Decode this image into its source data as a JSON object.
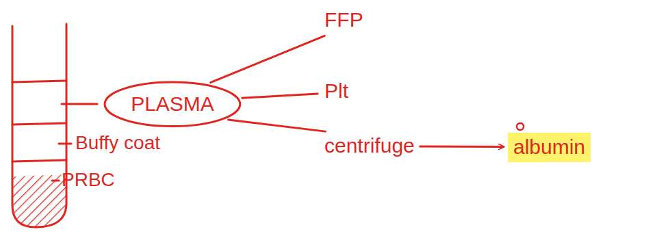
{
  "diagram": {
    "nodes": [
      {
        "text": [
          "PLASMA"
        ]
      },
      {
        "text": [
          "FFP"
        ]
      },
      {
        "text": [
          "Plt"
        ]
      },
      {
        "text": [
          "centrifuge"
        ]
      },
      {
        "text": [
          "albumin"
        ]
      }
    ],
    "edges": [
      {
        "from": 0,
        "to": 1,
        "arrow": "none"
      },
      {
        "from": 0,
        "to": 2,
        "arrow": "none"
      },
      {
        "from": 0,
        "to": 3,
        "arrow": "none"
      },
      {
        "from": 3,
        "to": 4,
        "arrow": "to"
      }
    ],
    "labels": [
      "Buffy coat",
      "PRBC"
    ]
  }
}
